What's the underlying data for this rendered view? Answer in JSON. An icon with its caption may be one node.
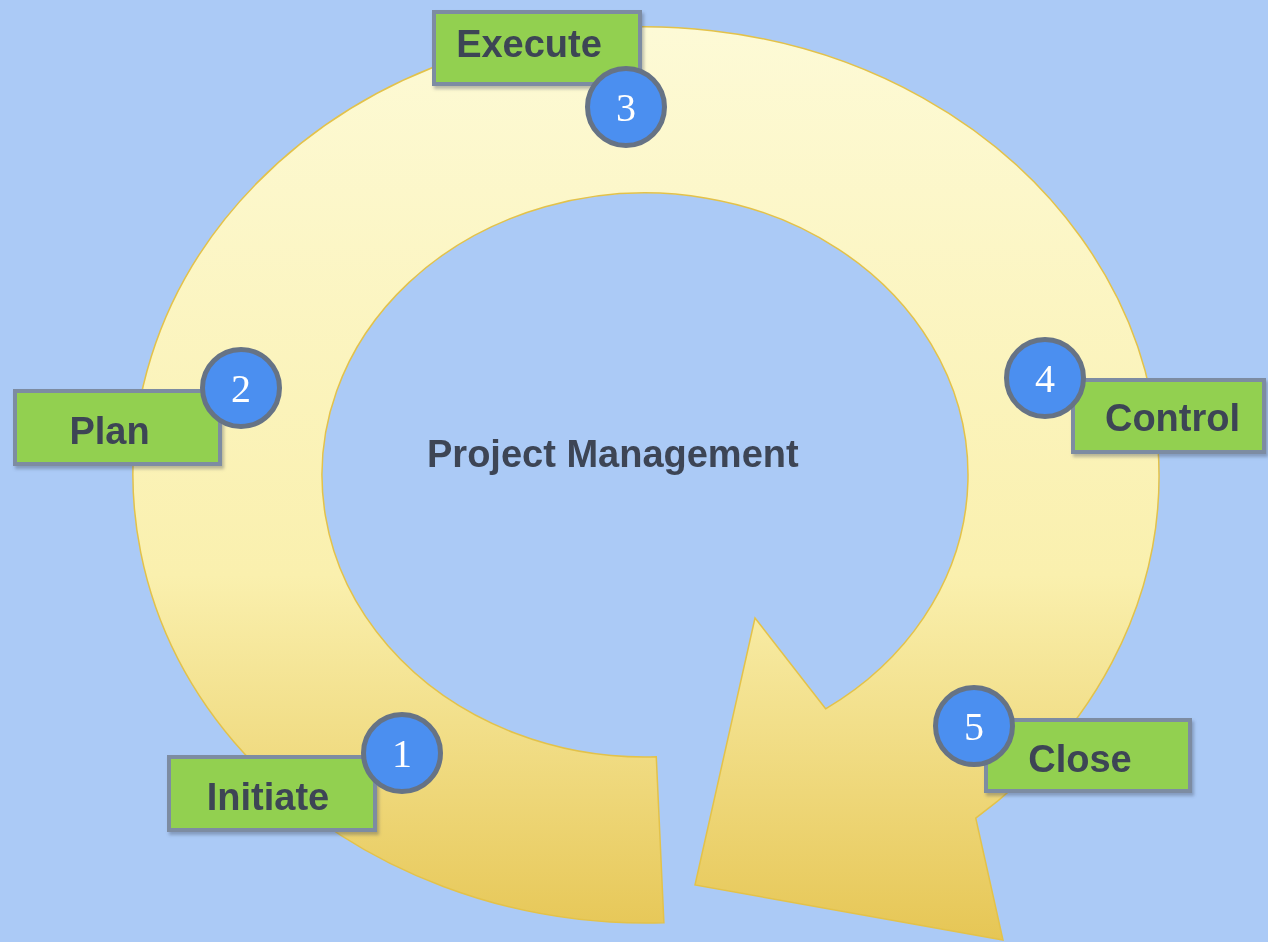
{
  "diagram": {
    "nodes": [
      {
        "text": [
          "Initiate"
        ],
        "beside": [
          "1"
        ]
      },
      {
        "text": [
          "Plan"
        ],
        "beside": [
          "2"
        ]
      },
      {
        "text": [
          "Execute"
        ],
        "beside": [
          "3"
        ]
      },
      {
        "text": [
          "Control"
        ],
        "beside": [
          "4"
        ]
      },
      {
        "text": [
          "Close"
        ],
        "beside": [
          "5"
        ]
      }
    ],
    "labels": [
      "Project Management"
    ]
  }
}
